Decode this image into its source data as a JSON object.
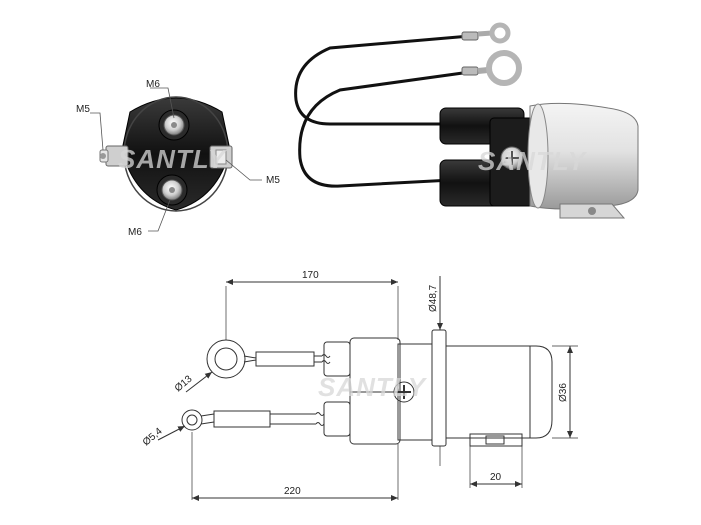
{
  "end_view": {
    "labels": {
      "top_stud": "M6",
      "left_stud": "M5",
      "right_stud": "M5",
      "bottom_stud": "M6"
    }
  },
  "drawing": {
    "dims": {
      "overall_length_top": "170",
      "overall_length_bottom": "220",
      "flange_diameter": "Ø48,7",
      "body_diameter": "Ø36",
      "ring_large": "Ø13",
      "ring_small": "Ø5,4",
      "bracket_width": "20"
    }
  },
  "watermark": {
    "text_1": "SANTLY",
    "text_2": "SANTLY",
    "text_3": "SANTLY"
  },
  "colors": {
    "line": "#333333",
    "body_dark": "#1a1a1a",
    "metal": "#d9d9d9",
    "watermark": "#d0d0d0"
  }
}
